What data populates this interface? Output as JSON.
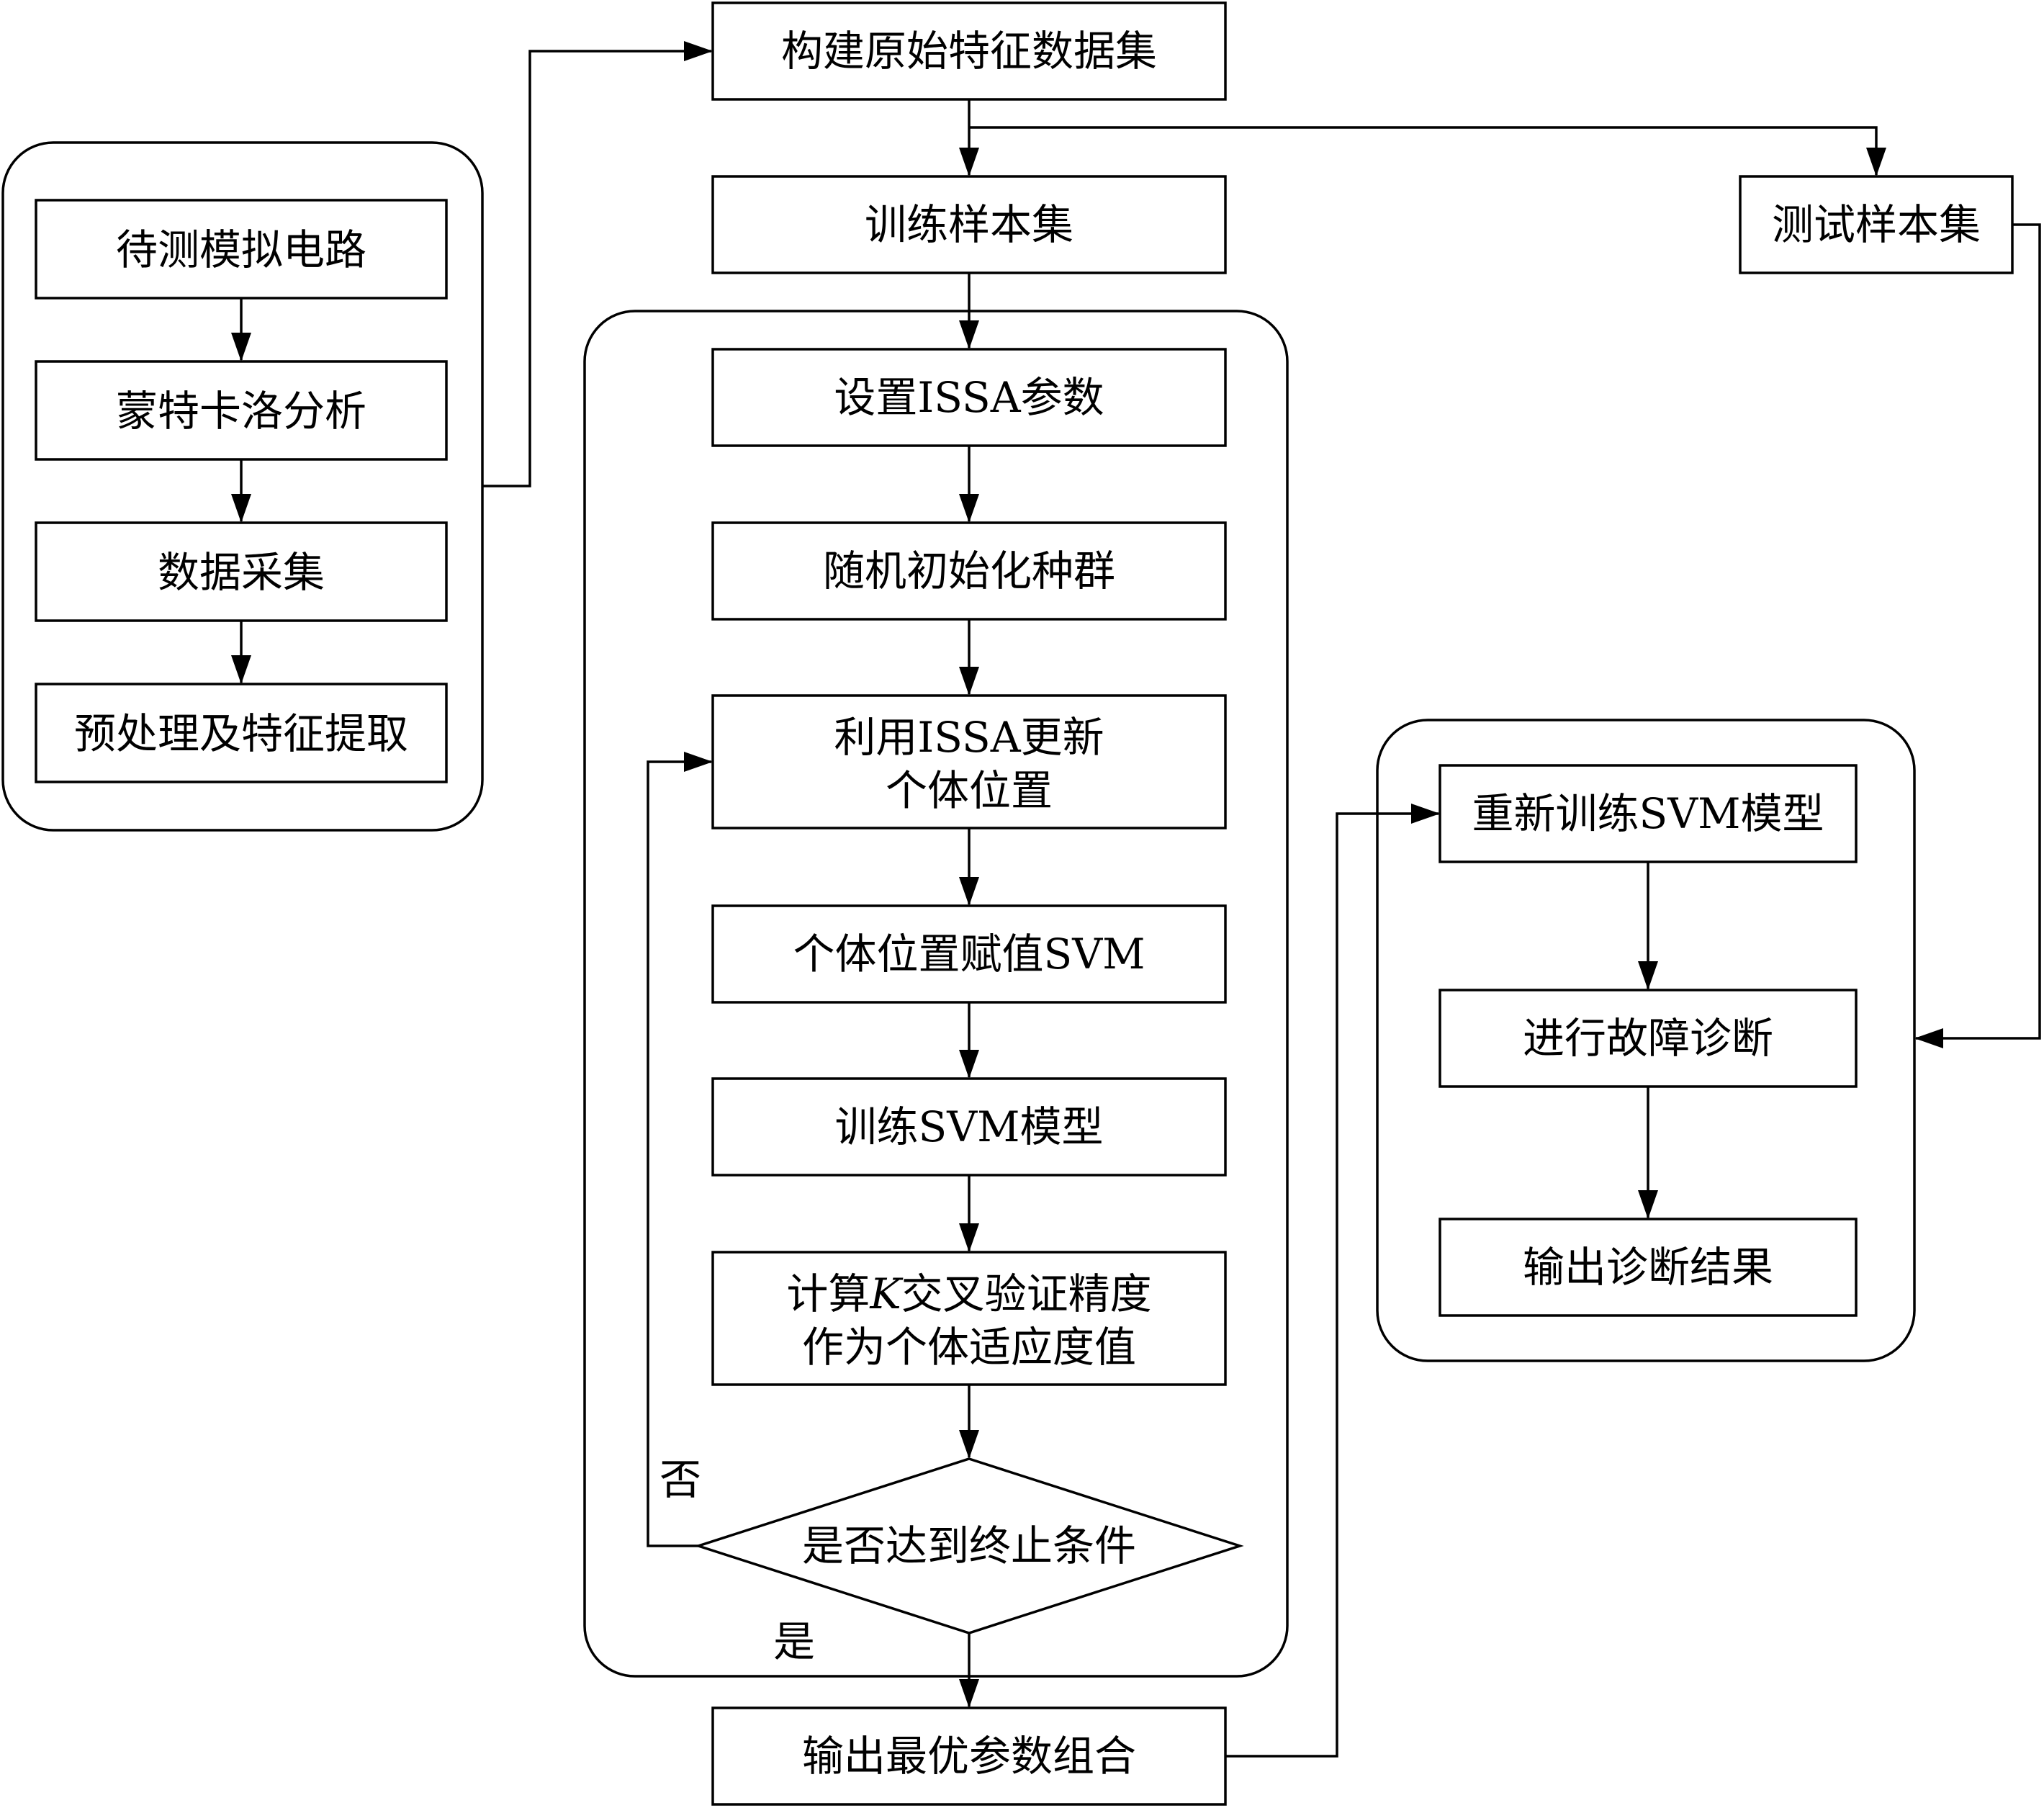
{
  "nodes": {
    "circuit": "待测模拟电路",
    "monte_carlo": "蒙特卡洛分析",
    "data_collect": "数据采集",
    "preprocess": "预处理及特征提取",
    "build_dataset": "构建原始特征数据集",
    "train_set": "训练样本集",
    "test_set": "测试样本集",
    "set_params": "设置ISSA参数",
    "init_pop": "随机初始化种群",
    "update_pos_1": "利用ISSA更新",
    "update_pos_2": "个体位置",
    "assign_svm": "个体位置赋值SVM",
    "train_svm": "训练SVM模型",
    "kfold_1a": "计算",
    "kfold_1k": "K",
    "kfold_1b": "交叉验证精度",
    "kfold_2": "作为个体适应度值",
    "decision": "是否达到终止条件",
    "output_params": "输出最优参数组合",
    "retrain": "重新训练SVM模型",
    "diagnose": "进行故障诊断",
    "output_result": "输出诊断结果"
  },
  "edge_labels": {
    "no": "否",
    "yes": "是"
  }
}
